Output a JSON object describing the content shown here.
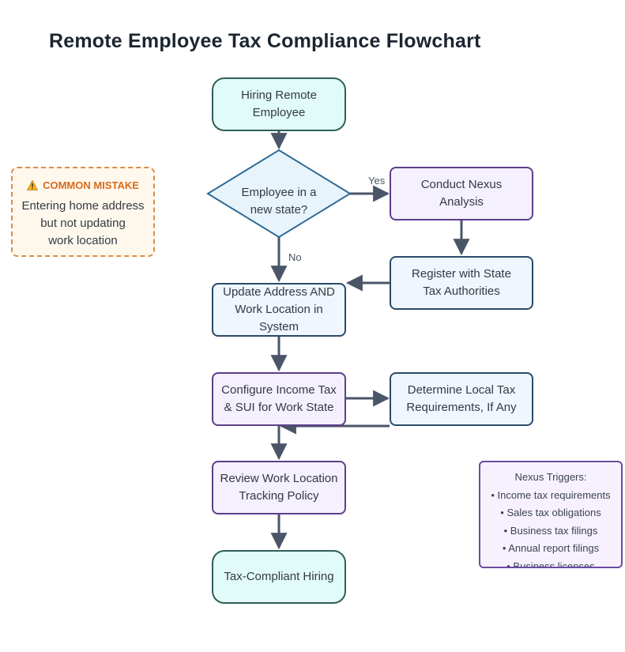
{
  "title": "Remote Employee Tax Compliance Flowchart",
  "colors": {
    "terminal_fill": "#e0fbf8",
    "process_blue_fill": "#eff6fd",
    "process_purple_fill": "#f4f0fd",
    "decision_fill": "#e8f4fc",
    "warning_accent": "#d86a1c",
    "connector": "#4a5568"
  },
  "nodes": {
    "start": "Hiring Remote Employee",
    "decision": "Employee in a\nnew state?",
    "nexus_analysis": "Conduct Nexus\nAnalysis",
    "register": "Register with State\nTax Authorities",
    "update_address": "Update Address AND\nWork Location in System",
    "configure_tax": "Configure Income Tax\n& SUI for Work State",
    "local_tax": "Determine Local Tax\nRequirements, If Any",
    "review_policy": "Review Work Location\nTracking Policy",
    "end": "Tax-Compliant Hiring"
  },
  "edge_labels": {
    "yes": "Yes",
    "no": "No"
  },
  "warning": {
    "icon": "warning-triangle-icon",
    "heading": "COMMON MISTAKE",
    "text": "Entering home address\nbut not updating\nwork location"
  },
  "nexus_note": {
    "heading": "Nexus Triggers:",
    "items": [
      "• Income tax requirements",
      "• Sales tax obligations",
      "• Business tax filings",
      "• Annual report filings",
      "• Business licenses"
    ]
  }
}
